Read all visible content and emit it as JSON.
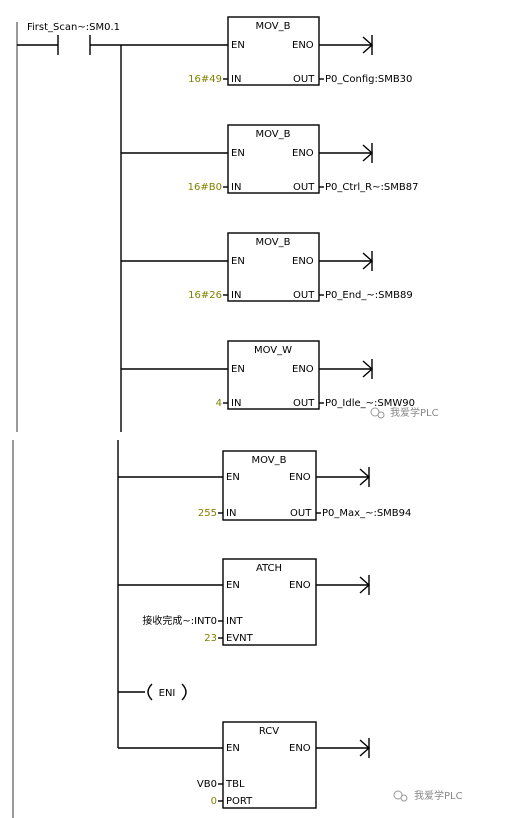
{
  "network1": {
    "contact": "First_Scan~:SM0.1",
    "blocks": [
      {
        "name": "MOV_B",
        "en": "EN",
        "eno": "ENO",
        "in_pin": "IN",
        "in_val": "16#49",
        "out_pin": "OUT",
        "out_val": "P0_Config:SMB30"
      },
      {
        "name": "MOV_B",
        "en": "EN",
        "eno": "ENO",
        "in_pin": "IN",
        "in_val": "16#B0",
        "out_pin": "OUT",
        "out_val": "P0_Ctrl_R~:SMB87"
      },
      {
        "name": "MOV_B",
        "en": "EN",
        "eno": "ENO",
        "in_pin": "IN",
        "in_val": "16#26",
        "out_pin": "OUT",
        "out_val": "P0_End_~:SMB89"
      },
      {
        "name": "MOV_W",
        "en": "EN",
        "eno": "ENO",
        "in_pin": "IN",
        "in_val": "4",
        "out_pin": "OUT",
        "out_val": "P0_Idle_~:SMW90"
      }
    ],
    "watermark": "我爱学PLC"
  },
  "network2": {
    "movb": {
      "name": "MOV_B",
      "en": "EN",
      "eno": "ENO",
      "in_pin": "IN",
      "in_val": "255",
      "out_pin": "OUT",
      "out_val": "P0_Max_~:SMB94"
    },
    "atch": {
      "name": "ATCH",
      "en": "EN",
      "eno": "ENO",
      "int_pin": "INT",
      "int_val": "接收完成~:INT0",
      "evnt_pin": "EVNT",
      "evnt_val": "23"
    },
    "eni": {
      "label": "ENI"
    },
    "rcv": {
      "name": "RCV",
      "en": "EN",
      "eno": "ENO",
      "tbl_pin": "TBL",
      "tbl_val": "VB0",
      "port_pin": "PORT",
      "port_val": "0"
    },
    "watermark": "我爱学PLC"
  }
}
